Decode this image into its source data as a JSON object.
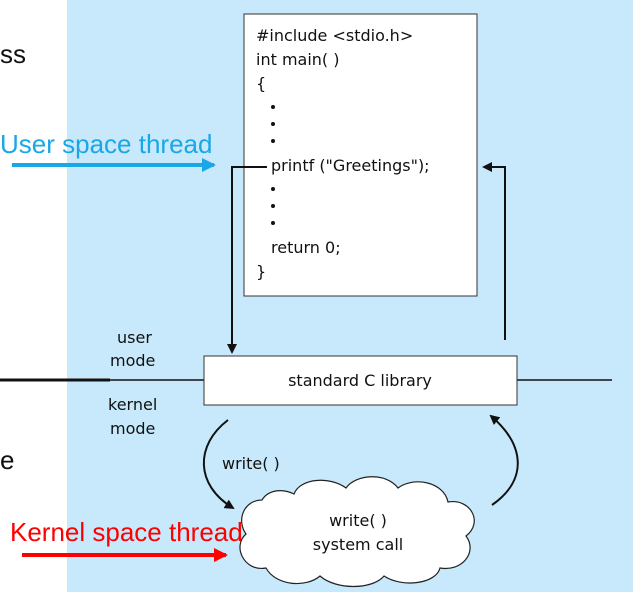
{
  "code_lines": [
    "#include <stdio.h>",
    "int main( )",
    "{",
    "printf (\"Greetings\");",
    "return 0;",
    "}"
  ],
  "library_label": "standard C library",
  "mode_labels": {
    "user": [
      "user",
      "mode"
    ],
    "kernel": [
      "kernel",
      "mode"
    ]
  },
  "write_call_label": "write( )",
  "syscall_label": [
    "write( )",
    "system call"
  ],
  "annotations": {
    "user_thread": "User space thread",
    "kernel_thread": "Kernel space thread"
  },
  "edge_fragments": {
    "top": "ss",
    "bottom": "e"
  },
  "colors": {
    "panel": "#c7e9fb",
    "user_accent": "#1aa7e8",
    "kernel_accent": "#ff0000",
    "ink": "#111111"
  }
}
